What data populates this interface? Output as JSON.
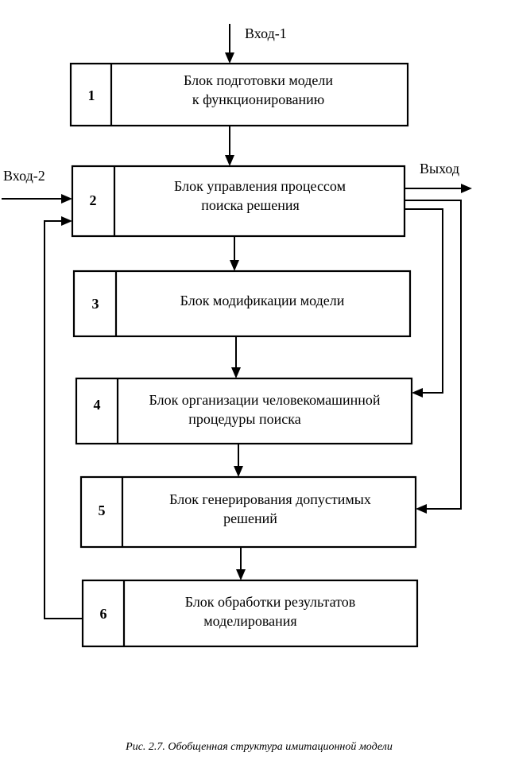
{
  "inputs": {
    "input1": "Вход-1",
    "input2": "Вход-2",
    "output": "Выход"
  },
  "blocks": [
    {
      "number": "1",
      "line1": "Блок подготовки модели",
      "line2": "к функционированию"
    },
    {
      "number": "2",
      "line1": "Блок управления процессом",
      "line2": "поиска решения"
    },
    {
      "number": "3",
      "line1": "Блок модификации модели",
      "line2": ""
    },
    {
      "number": "4",
      "line1": "Блок организации человекомашинной",
      "line2": "процедуры поиска"
    },
    {
      "number": "5",
      "line1": "Блок генерирования допустимых",
      "line2": "решений"
    },
    {
      "number": "6",
      "line1": "Блок обработки результатов",
      "line2": "моделирования"
    }
  ],
  "caption": "Рис. 2.7. Обобщенная структура имитационной модели"
}
